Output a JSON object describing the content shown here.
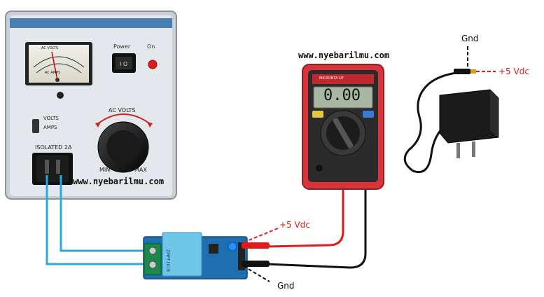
{
  "watermarks": {
    "meter": "www.nyebarilmu.com",
    "variac": "www.nyebarilmu.com"
  },
  "variac": {
    "meter_label_top": "AC VOLTS",
    "meter_label_bottom": "AC AMPS",
    "power_label": "Power",
    "on_label": "On",
    "selector_volts": "VOLTS",
    "selector_amps": "AMPS",
    "knob_label": "AC VOLTS",
    "knob_min": "MIN",
    "knob_max": "MAX",
    "outlet_label": "ISOLATED 2A"
  },
  "multimeter": {
    "display": "0.00",
    "brand_band": "MICRONTA UP"
  },
  "sensor": {
    "text": "ZMPT101B"
  },
  "labels": {
    "vdc_top": "+5 Vdc",
    "gnd_bottom": "Gnd",
    "gnd_adapter": "Gnd",
    "vdc_adapter": "+5 Vdc"
  },
  "colors": {
    "ac_wire": "#2aa9e0",
    "positive": "#e01b1b",
    "ground": "#111111",
    "meter_body": "#d9343a",
    "sensor_board": "#1f6fb0",
    "relay_block": "#6fc6e8",
    "variac_panel": "#dfe4ea",
    "variac_band": "#4a7fb5"
  }
}
